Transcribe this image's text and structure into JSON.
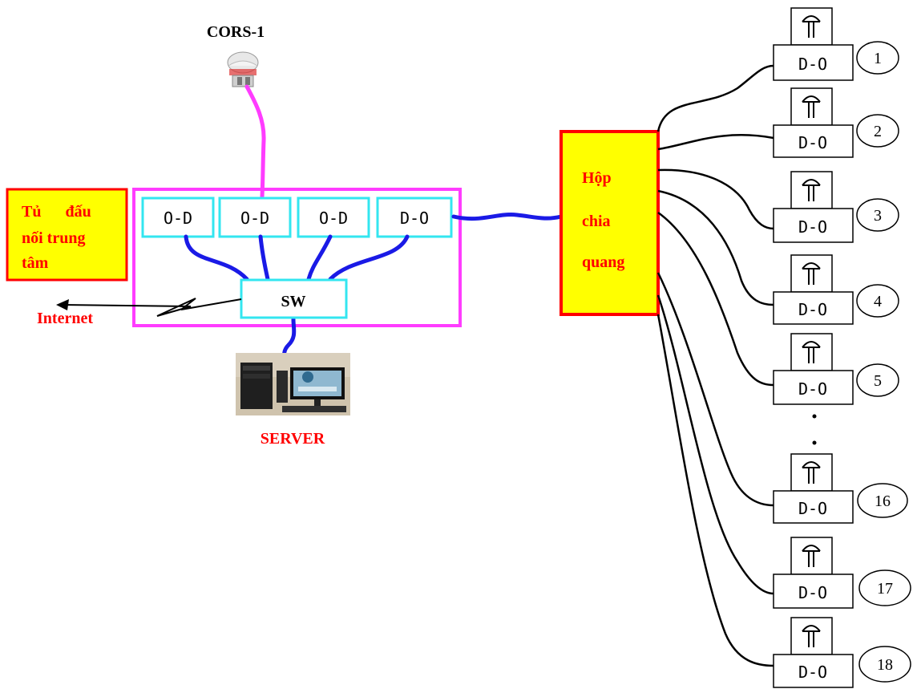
{
  "cors_label": "CORS-1",
  "cabinet_label_line1": "Tủ      đấu",
  "cabinet_label_line2": "nối trung",
  "cabinet_label_line3": "tâm",
  "converters": [
    "O-D",
    "O-D",
    "O-D",
    "D-O"
  ],
  "switch_label": "SW",
  "internet_label": "Internet",
  "server_label": "SERVER",
  "splitter_label_line1": "Hộp",
  "splitter_label_line2": "chia",
  "splitter_label_line3": "quang",
  "stations": [
    {
      "label": "D-O",
      "number": "1"
    },
    {
      "label": "D-O",
      "number": "2"
    },
    {
      "label": "D-O",
      "number": "3"
    },
    {
      "label": "D-O",
      "number": "4"
    },
    {
      "label": "D-O",
      "number": "5"
    },
    {
      "label": "D-O",
      "number": "16"
    },
    {
      "label": "D-O",
      "number": "17"
    },
    {
      "label": "D-O",
      "number": "18"
    }
  ],
  "colors": {
    "magenta": "#ff3cff",
    "cyan": "#33e6f0",
    "blue": "#1a1ae6",
    "red": "#ff0000",
    "yellow": "#ffff00",
    "black": "#000000"
  }
}
